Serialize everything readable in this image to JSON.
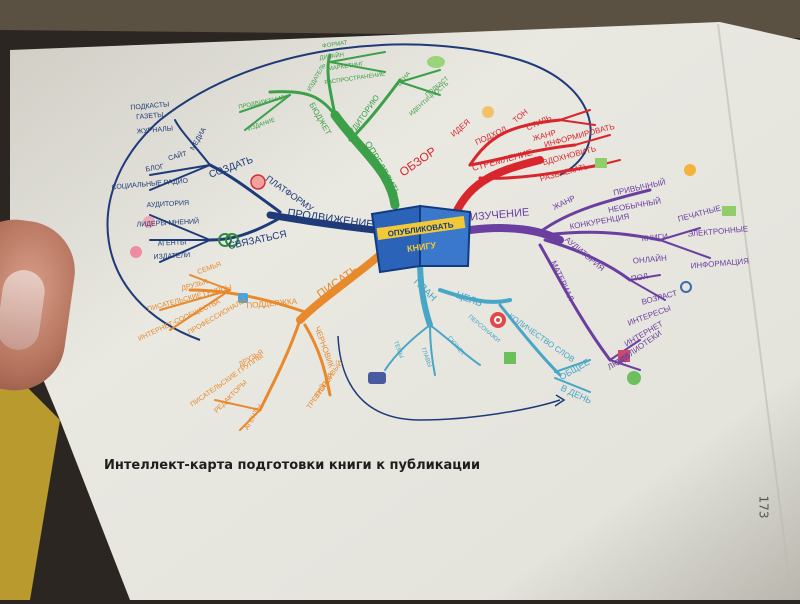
{
  "caption": "Интеллект-карта подготовки книги к публикации",
  "page_number": "173",
  "center": {
    "lines": [
      "ОПУБЛИКОВАТЬ",
      "КНИГУ"
    ]
  },
  "colors": {
    "page": "#ecebe4",
    "promotion": "#1e3a78",
    "marketing": "#3ca048",
    "review": "#d9262c",
    "study": "#6a3fa0",
    "write": "#e8892c",
    "plan": "#48a6c6",
    "book": "#2a63b8",
    "book_title": "#f1c838"
  },
  "branches": {
    "promotion": {
      "label": "ПРОДВИЖЕНИЕ",
      "sub": [
        "ПЛАТФОРМУ",
        "СОЗДАТЬ",
        "СВЯЗАТЬСЯ"
      ],
      "leaves": [
        "МЕДИА",
        "ГАЗЕТЫ",
        "ЖУРНАЛЫ",
        "ПОДКАСТЫ",
        "САЙТ",
        "БЛОГ",
        "СОЦИАЛЬНЫЕ РАДИО",
        "АУДИТОРИЯ",
        "ЛИДЕРЫ МНЕНИЙ",
        "АГЕНТЫ",
        "ИЗДАТЕЛИ"
      ]
    },
    "marketing": {
      "label": "ОПРЕДЕЛИТЬ",
      "sub": [
        "БЮДЖЕТ",
        "АУДИТОРИЮ"
      ],
      "leaves": [
        "ПРОДВИЖЕНИЕ",
        "ИЗДАНИЕ",
        "МАРКЕТИНГ",
        "ДИЗАЙН",
        "РАСПРОСТРАНЕНИЕ",
        "ИЗДАТЕЛЬ",
        "ЦЕНА",
        "ПОДКАСТ",
        "ИДЕНТИЧНОСТЬ",
        "ФОРМАТ"
      ]
    },
    "review": {
      "label": "ОБЗОР",
      "sub": [
        "ИДЕЯ",
        "ПОДХОД",
        "СТРЕМЛЕНИЕ"
      ],
      "leaves": [
        "ТОН",
        "СТИЛЬ",
        "ЖАНР",
        "ИНФОРМИРОВАТЬ",
        "ВДОХНОВИТЬ",
        "РАЗВЛЕКАТЬ"
      ]
    },
    "study": {
      "label": "ИЗУЧЕНИЕ",
      "sub": [
        "ЖАНР",
        "КОНКУРЕНЦИЯ",
        "АУДИТОРИЯ",
        "МАТЕРИАЛ"
      ],
      "leaves": [
        "ПРИВЫЧНЫЙ",
        "НЕОБЫЧНЫЙ",
        "ПЕЧАТНЫЕ",
        "КНИГИ",
        "ЭЛЕКТРОННЫЕ",
        "ОНЛАЙН",
        "ИНФОРМАЦИЯ",
        "ПОЛ",
        "ВОЗРАСТ",
        "ИНТЕРЕСЫ",
        "ИНТЕРНЕТ",
        "БИБЛИОТЕКИ",
        "ЛЮДИ"
      ]
    },
    "write": {
      "label": "ПИСАТЬ",
      "sub": [
        "ПОДДЕРЖКА",
        "ЧЕРНОВИК"
      ],
      "leaves": [
        "СЕМЬЯ",
        "ДРУЗЬЯ",
        "ПИСАТЕЛЬСКИЕ ГРУППЫ",
        "ИНТЕРНЕТ-СООБЩЕСТВА",
        "ПРОФЕССИОНАЛЫ",
        "ПЕРВЫЙ",
        "ВТОРОЙ",
        "ТРЕТИЙ",
        "АГЕНТЫ",
        "РЕДАКТОРЫ",
        "ДРУЗЬЯ",
        "ПИСАТЕЛЬСКИЕ ГРУППЫ"
      ]
    },
    "plan": {
      "label": "ПЛАН",
      "sub": [
        "ЦЕЛЬ",
        "КОЛИЧЕСТВО СЛОВ",
        "ОБЩЕЕ",
        "В ДЕНЬ"
      ],
      "leaves": [
        "ТЕМЫ",
        "ГЛАВЫ",
        "СЮЖЕТ",
        "ПЕРСОНАЖИ"
      ]
    }
  }
}
